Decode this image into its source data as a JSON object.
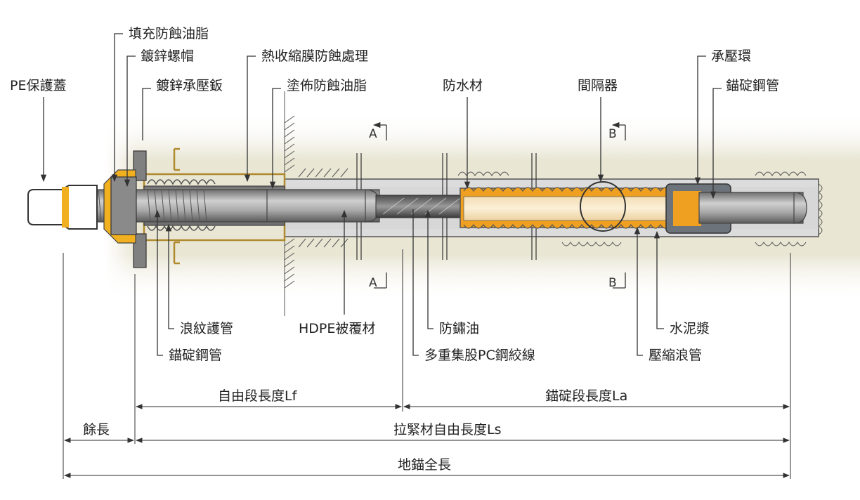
{
  "labels": {
    "pe_cap": "PE保護蓋",
    "anticorrosion_grease_fill": "填充防蝕油脂",
    "galvanized_nut": "鍍鋅螺帽",
    "galvanized_bearing_plate": "鍍鋅承壓鈑",
    "heat_shrink_treatment": "熱收縮膜防蝕處理",
    "coated_anticorrosion_grease": "塗佈防蝕油脂",
    "waterproof_material": "防水材",
    "spacer": "間隔器",
    "bearing_ring": "承壓環",
    "anchor_steel_pipe_top": "錨碇鋼管",
    "corrugated_sheath": "浪紋護管",
    "anchor_steel_pipe_bottom": "錨碇鋼管",
    "hdpe_coating": "HDPE被覆材",
    "rust_oil": "防鏽油",
    "pc_strand": "多重集股PC鋼絞線",
    "cement_grout": "水泥漿",
    "compression_sheath": "壓縮浪管"
  },
  "sections": {
    "a_top": "A",
    "a_bottom": "A",
    "b_top": "B",
    "b_bottom": "B"
  },
  "dimensions": {
    "free_length": "自由段長度Lf",
    "anchor_length": "錨碇段長度La",
    "extra_length": "餘長",
    "tendon_free_length": "拉緊材自由長度Ls",
    "total_length": "地錨全長"
  }
}
